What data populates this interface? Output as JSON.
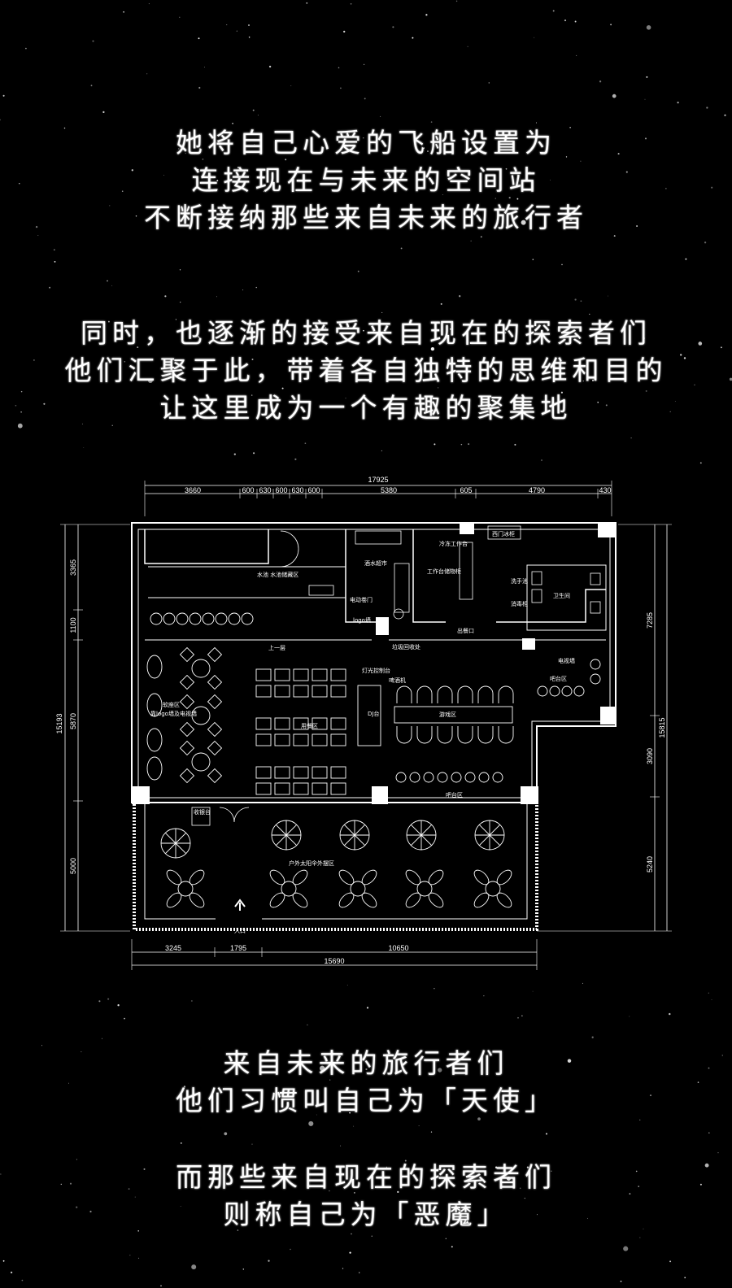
{
  "verse1": [
    "她将自己心爱的飞船设置为",
    "连接现在与未来的空间站",
    "不断接纳那些来自未来的旅行者"
  ],
  "verse2": [
    "同时，也逐渐的接受来自现在的探索者们",
    "他们汇聚于此，带着各自独特的思维和目的",
    "让这里成为一个有趣的聚集地"
  ],
  "verse3": [
    "来自未来的旅行者们",
    "他们习惯叫自己为「天使」"
  ],
  "verse4": [
    "而那些来自现在的探索者们",
    "则称自己为「恶魔」"
  ],
  "floorplan": {
    "top_dims": {
      "total": "17925",
      "segments": [
        "3660",
        "600",
        "630",
        "600",
        "630",
        "600",
        "5380",
        "605",
        "4790",
        "430"
      ]
    },
    "bottom_dims": {
      "segments": [
        "3245",
        "1795",
        "10650"
      ],
      "total": "15690"
    },
    "left_dims": {
      "total": "15193",
      "segments": [
        "3365",
        "1100",
        "5870",
        "5000"
      ]
    },
    "right_dims": {
      "total": "15815",
      "segments": [
        "7285",
        "3090",
        "5240"
      ]
    },
    "rooms": {
      "drink_market": "酒水超市",
      "pass_room": "西门冰柜",
      "kitchen_note": "冷冻工作台",
      "kitchen_work": "工作台储物柜",
      "restroom": "卫生间",
      "wash": "洗手池",
      "disinfect": "消毒柜",
      "soft_seating": "软座区",
      "lounge_note": "靠logo墙及电视墙",
      "dining": "用餐区",
      "dj": "DJ台",
      "game": "游戏区",
      "bar_left": "吧台区",
      "bar_right": "吧台区",
      "outdoor": "户外太阳伞外摆区",
      "entrance": "入口",
      "cashier": "收银台",
      "water_bar": "水池 水池储藏区",
      "logo_wall": "logo墙",
      "fire_door": "电动卷门",
      "upstairs": "上一层",
      "trash": "垃圾回收处",
      "exit": "出餐口",
      "tv": "电视墙",
      "lighting": "灯光控制台",
      "beer_note": "啤酒机"
    }
  }
}
